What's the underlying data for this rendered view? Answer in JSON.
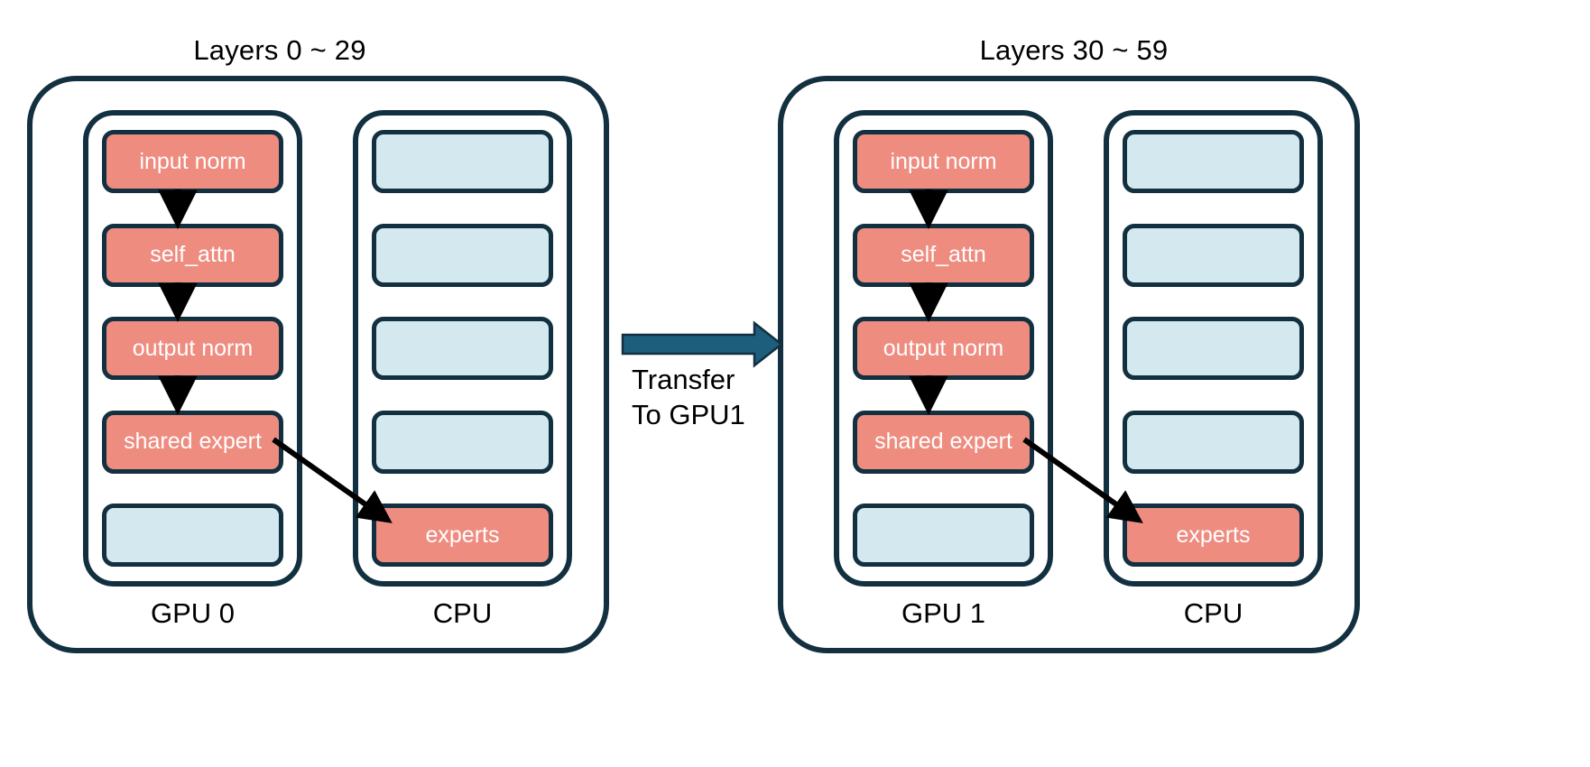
{
  "diagram": {
    "title_left": "Layers 0 ~ 29",
    "title_right": "Layers 30 ~ 59",
    "colors": {
      "active_module": "#ee8c80",
      "offloaded_module": "#d4e9ef",
      "outline": "#12303f",
      "transfer_arrow": "#1d5e7d",
      "flow_arrow": "#000000",
      "background": "#ffffff",
      "module_text": "#ffffff",
      "label_text": "#000000"
    },
    "groups": [
      {
        "id": "group-left",
        "title": "Layers 0 ~ 29",
        "columns": [
          {
            "id": "gpu0",
            "label": "GPU 0",
            "boxes": [
              {
                "label": "input norm",
                "style": "red"
              },
              {
                "label": "self_attn",
                "style": "red"
              },
              {
                "label": "output norm",
                "style": "red"
              },
              {
                "label": "shared expert",
                "style": "red"
              },
              {
                "label": "",
                "style": "blue"
              }
            ]
          },
          {
            "id": "cpu0",
            "label": "CPU",
            "boxes": [
              {
                "label": "",
                "style": "blue"
              },
              {
                "label": "",
                "style": "blue"
              },
              {
                "label": "",
                "style": "blue"
              },
              {
                "label": "",
                "style": "blue"
              },
              {
                "label": "experts",
                "style": "red"
              }
            ]
          }
        ]
      },
      {
        "id": "group-right",
        "title": "Layers 30 ~ 59",
        "columns": [
          {
            "id": "gpu1",
            "label": "GPU 1",
            "boxes": [
              {
                "label": "input norm",
                "style": "red"
              },
              {
                "label": "self_attn",
                "style": "red"
              },
              {
                "label": "output norm",
                "style": "red"
              },
              {
                "label": "shared expert",
                "style": "red"
              },
              {
                "label": "",
                "style": "blue"
              }
            ]
          },
          {
            "id": "cpu1",
            "label": "CPU",
            "boxes": [
              {
                "label": "",
                "style": "blue"
              },
              {
                "label": "",
                "style": "blue"
              },
              {
                "label": "",
                "style": "blue"
              },
              {
                "label": "",
                "style": "blue"
              },
              {
                "label": "experts",
                "style": "red"
              }
            ]
          }
        ]
      }
    ],
    "transfer": {
      "line1": "Transfer",
      "line2": "To GPU1"
    }
  }
}
